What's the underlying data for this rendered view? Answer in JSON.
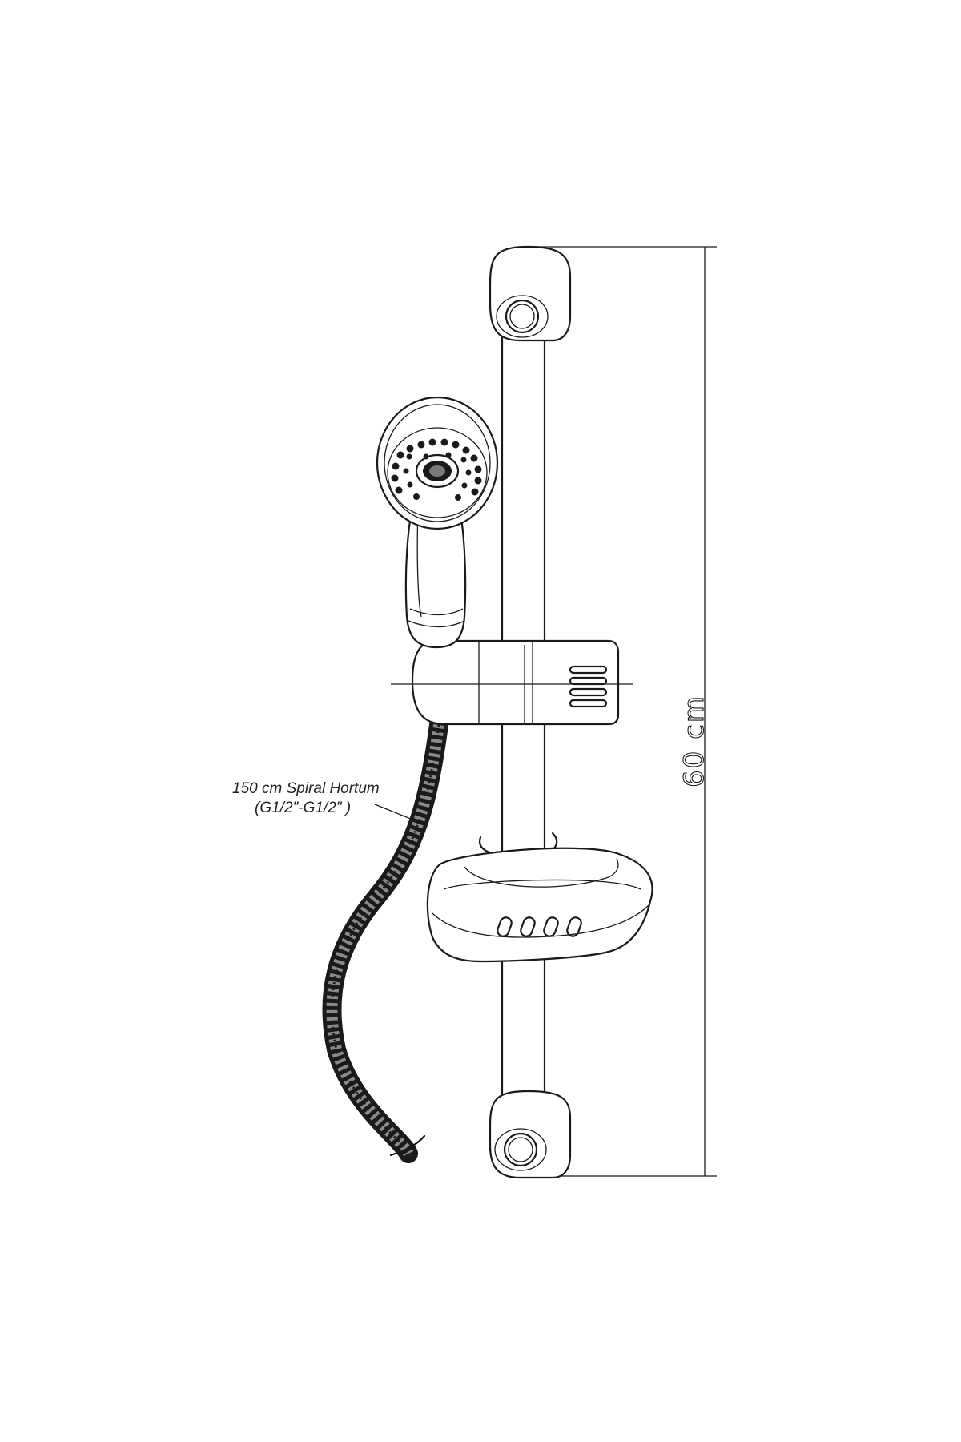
{
  "annotations": {
    "hose_label_line1": "150 cm Spiral Hortum",
    "hose_label_line2": "(G1/2\"-G1/2\" )",
    "height_dimension": "60 cm"
  },
  "colors": {
    "line": "#1a1a1a",
    "background": "#ffffff"
  }
}
